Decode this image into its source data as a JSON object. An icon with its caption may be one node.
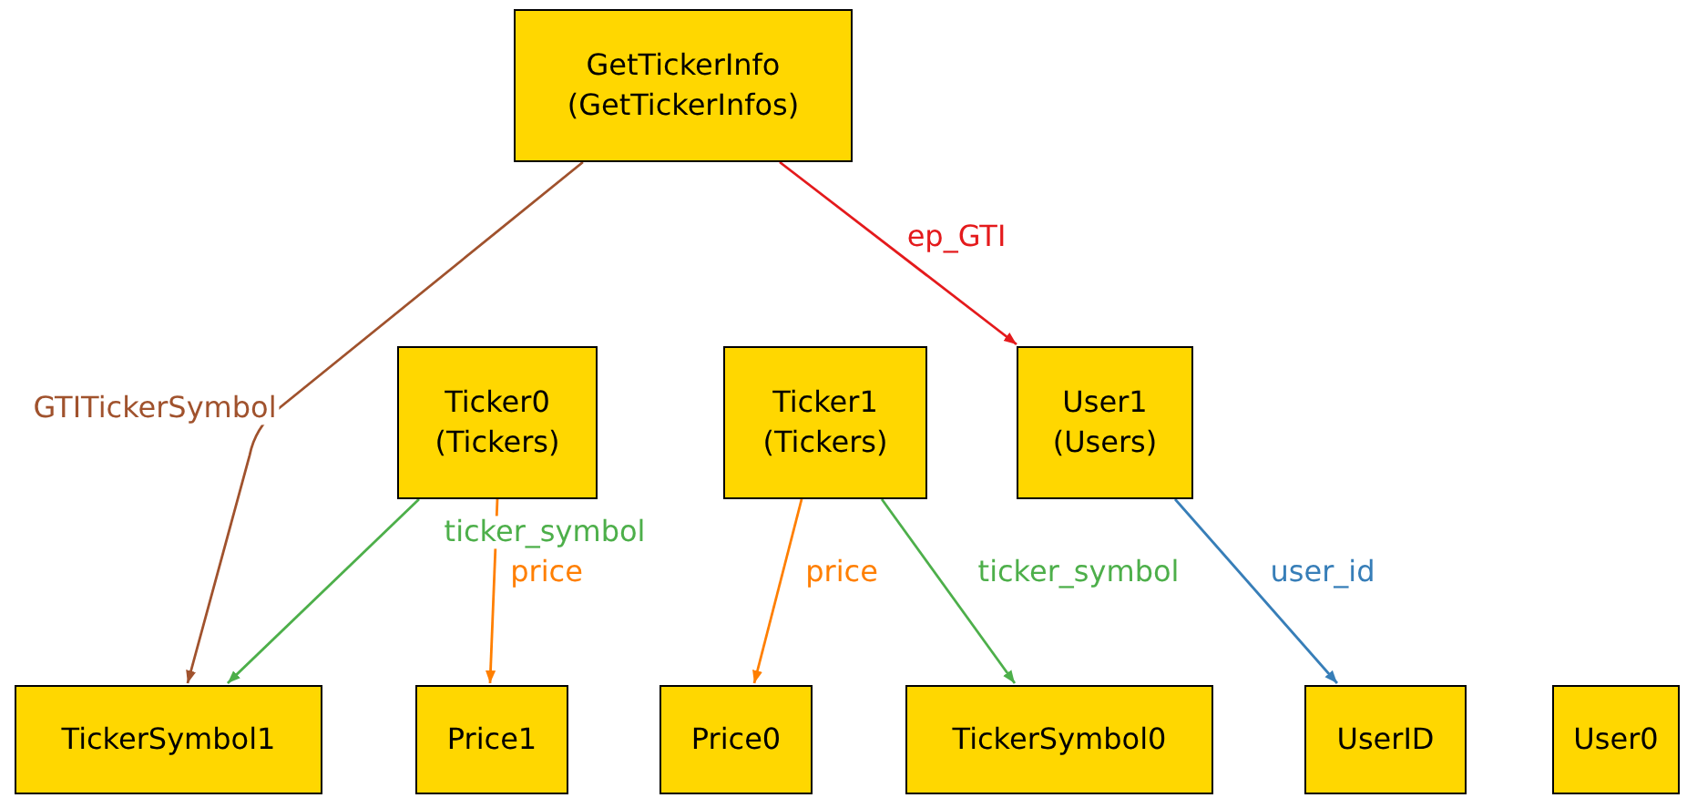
{
  "diagram": {
    "nodes": [
      {
        "text": [
          "GetTickerInfo (GetTickerInfos)"
        ]
      },
      {
        "text": [
          "Ticker0 (Tickers)"
        ]
      },
      {
        "text": [
          "Ticker1 (Tickers)"
        ]
      },
      {
        "text": [
          "User1 (Users)"
        ]
      },
      {
        "text": [
          "TickerSymbol1"
        ]
      },
      {
        "text": [
          "Price1"
        ]
      },
      {
        "text": [
          "Price0"
        ]
      },
      {
        "text": [
          "TickerSymbol0"
        ]
      },
      {
        "text": [
          "UserID"
        ]
      },
      {
        "text": [
          "User0"
        ]
      }
    ],
    "edges": [
      {
        "from": 0,
        "to": 4,
        "arrow": "to",
        "label": "GTITickerSymbol",
        "color": "#a0522d"
      },
      {
        "from": 0,
        "to": 3,
        "arrow": "to",
        "label": "ep_GTI",
        "color": "#e41a1c"
      },
      {
        "from": 1,
        "to": 4,
        "arrow": "to",
        "label": "ticker_symbol",
        "color": "#4daf4a"
      },
      {
        "from": 1,
        "to": 5,
        "arrow": "to",
        "label": "price",
        "color": "#ff7f00"
      },
      {
        "from": 2,
        "to": 6,
        "arrow": "to",
        "label": "price",
        "color": "#ff7f00"
      },
      {
        "from": 2,
        "to": 7,
        "arrow": "to",
        "label": "ticker_symbol",
        "color": "#4daf4a"
      },
      {
        "from": 3,
        "to": 8,
        "arrow": "to",
        "label": "user_id",
        "color": "#377eb8"
      }
    ]
  }
}
